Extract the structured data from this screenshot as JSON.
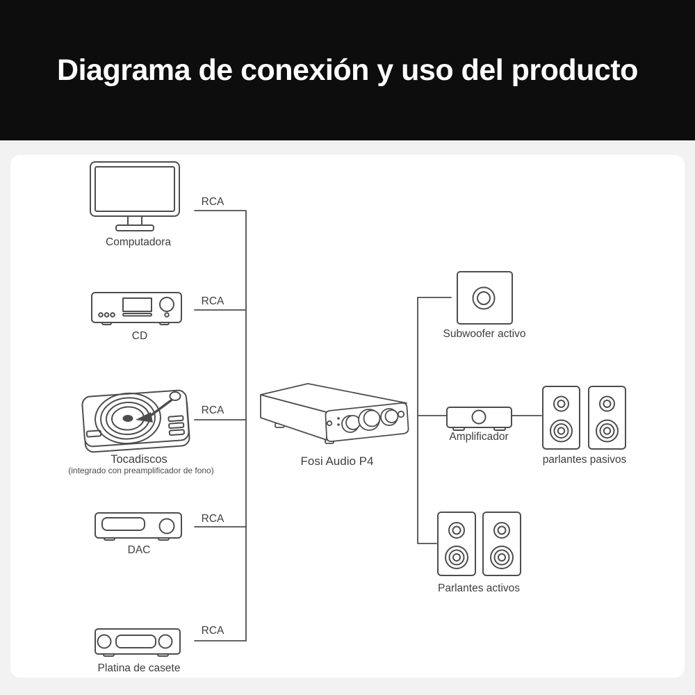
{
  "header": {
    "title": "Diagrama de conexión y uso del producto"
  },
  "colors": {
    "header_bg": "#0d0d0d",
    "header_text": "#ffffff",
    "page_bg": "#f2f2f2",
    "card_bg": "#ffffff",
    "line": "#4d4d4d",
    "label_text": "#3d3d3d"
  },
  "diagram": {
    "center_device": {
      "label": "Fosi Audio P4"
    },
    "sources": [
      {
        "label": "Computadora",
        "connection": "RCA"
      },
      {
        "label": "CD",
        "connection": "RCA"
      },
      {
        "label": "Tocadiscos",
        "sublabel": "(integrado con preamplificador de fono)",
        "connection": "RCA"
      },
      {
        "label": "DAC",
        "connection": "RCA"
      },
      {
        "label": "Platina de casete",
        "connection": "RCA"
      }
    ],
    "outputs": [
      {
        "label": "Subwoofer activo"
      },
      {
        "label": "Amplificador"
      },
      {
        "label": "parlantes pasivos"
      },
      {
        "label": "Parlantes activos"
      }
    ]
  }
}
